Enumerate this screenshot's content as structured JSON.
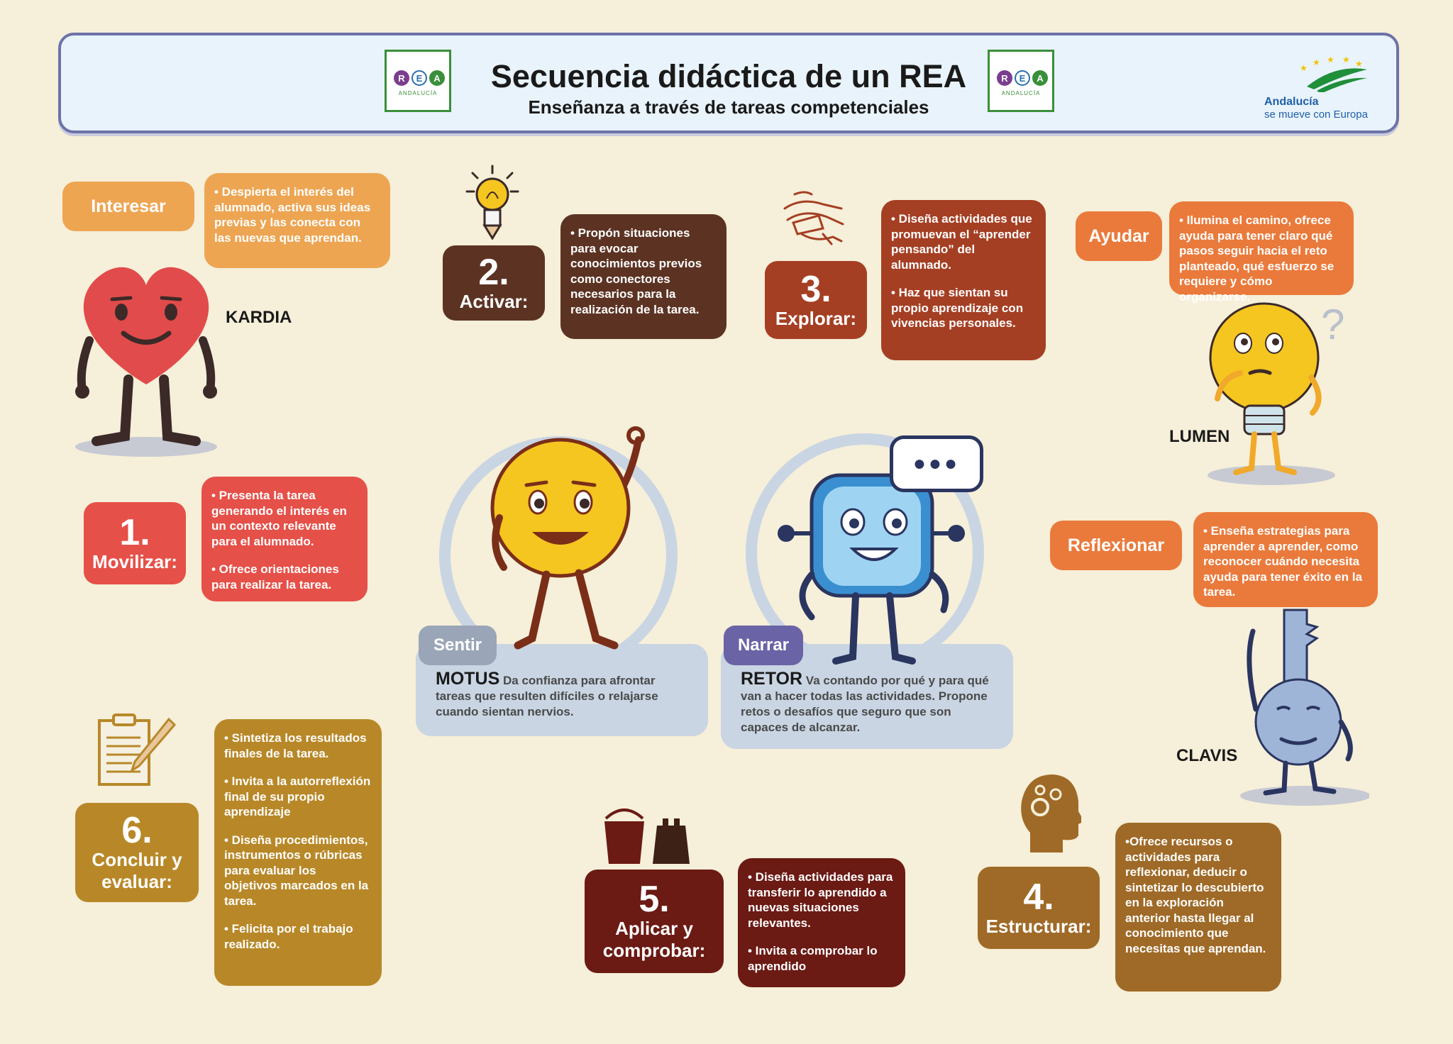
{
  "header": {
    "title": "Secuencia didáctica de un REA",
    "subtitle": "Enseñanza a través de tareas competenciales",
    "rea_letters": [
      "R",
      "E",
      "A"
    ],
    "rea_sub": "ANDALUCÍA",
    "andalucia_line1": "Andalucía",
    "andalucia_line2": "se mueve con Europa"
  },
  "interesar": {
    "label": "Interesar",
    "text": "• Despierta el interés del alumnado, activa sus ideas previas y las conecta con las nuevas que aprendan.",
    "character": "KARDIA"
  },
  "step1": {
    "number": "1.",
    "label": "Movilizar:",
    "points": [
      "• Presenta la tarea generando el interés en un contexto relevante para el alumnado.",
      "• Ofrece orientaciones para realizar la tarea."
    ]
  },
  "step2": {
    "number": "2.",
    "label": "Activar:",
    "points": [
      "• Propón situaciones para evocar conocimientos previos como conectores necesarios para la realización de la tarea."
    ]
  },
  "step3": {
    "number": "3.",
    "label": "Explorar:",
    "points": [
      "• Diseña actividades que promuevan el “aprender pensando” del alumnado.",
      "• Haz que sientan su propio aprendizaje con vivencias personales."
    ]
  },
  "ayudar": {
    "label": "Ayudar",
    "text": "• Ilumina el camino, ofrece ayuda para tener claro qué pasos seguir hacia el reto planteado, qué esfuerzo se requiere y cómo organizarse.",
    "character": "LUMEN"
  },
  "reflexionar": {
    "label": "Reflexionar",
    "text": "• Enseña estrategias para aprender a aprender, como reconocer cuándo necesita ayuda para tener éxito en la tarea.",
    "character": "CLAVIS"
  },
  "step4": {
    "number": "4.",
    "label": "Estructurar:",
    "points": [
      "•Ofrece recursos o actividades para reflexionar, deducir o sintetizar lo descubierto en la exploración anterior hasta llegar al conocimiento que necesitas que aprendan."
    ]
  },
  "step5": {
    "number": "5.",
    "label": "Aplicar y comprobar:",
    "points": [
      "• Diseña actividades para transferir lo aprendido a nuevas situaciones relevantes.",
      "• Invita a comprobar lo aprendido"
    ]
  },
  "step6": {
    "number": "6.",
    "label": "Concluir y evaluar:",
    "points": [
      "• Sintetiza los resultados finales de la tarea.",
      "• Invita a la autorreflexión final de su propio aprendizaje",
      "• Diseña procedimientos, instrumentos o rúbricas para evaluar los objetivos marcados en la tarea.",
      "• Felicita por el trabajo realizado."
    ]
  },
  "sentir": {
    "tag": "Sentir",
    "name": "MOTUS",
    "text": "Da confianza para afrontar tareas que resulten difíciles o relajarse cuando  sientan nervios."
  },
  "narrar": {
    "tag": "Narrar",
    "name": "RETOR",
    "text": "Va contando por qué y para qué van a hacer todas las actividades. Propone retos o desafíos que seguro que son capaces de alcanzar.",
    "speech": "●●●"
  },
  "colors": {
    "interesar": "#eda552",
    "movilizar": "#e55048",
    "activar": "#5c3323",
    "explorar": "#a53f23",
    "ayudar": "#ea7a3b",
    "estructurar": "#9f6a27",
    "aplicar": "#6b1a14",
    "concluir": "#b88828",
    "sentir": "#9aa6b7",
    "narrar": "#6a63a6"
  }
}
